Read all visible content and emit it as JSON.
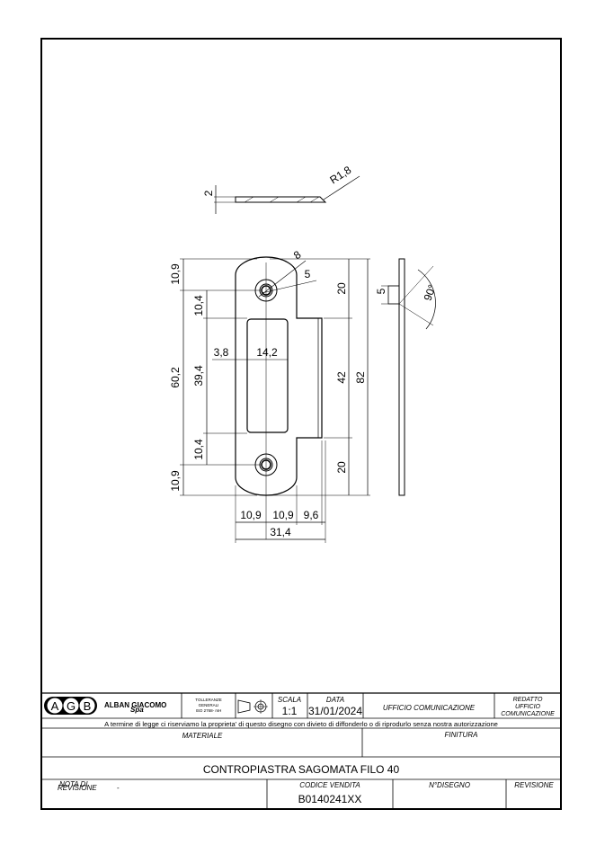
{
  "drawing": {
    "side_view": {
      "thickness": "2",
      "radius": "R1,8"
    },
    "front_view": {
      "dims_left": {
        "top_edge": "10,9",
        "overall": "60,2",
        "upper_gap": "10,4",
        "slot_length": "39,4",
        "lower_gap": "10,4",
        "bottom_edge": "10,9"
      },
      "dims_slot": {
        "left_offset": "3,8",
        "slot_width": "14,2"
      },
      "dims_hole": {
        "counterbore": "8",
        "hole": "5"
      },
      "dims_right": {
        "top": "20",
        "middle": "42",
        "bottom": "20",
        "overall": "82"
      },
      "dims_bottom": {
        "a": "10,9",
        "b": "10,9",
        "c": "9,6",
        "total": "31,4"
      }
    },
    "edge_view": {
      "lip": "5",
      "angle": "90°"
    }
  },
  "title_block": {
    "company": {
      "logo_letters": [
        "A",
        "G",
        "B"
      ],
      "name": "ALBAN GIACOMO",
      "suffix": "Spa"
    },
    "tolerances": [
      "TOLLERANZE",
      "GENERALI",
      "ISO 2768- mH"
    ],
    "scale_label": "SCALA",
    "scale_value": "1:1",
    "date_label": "DATA",
    "date_value": "31/01/2024",
    "office": "UFFICIO COMUNICAZIONE",
    "drafted_by": [
      "REDATTO",
      "UFFICIO",
      "COMUNICAZIONE"
    ],
    "legal_notice": "A termine di legge ci riserviamo la proprieta' di questo disegno con divieto di diffonderlo o di riprodurlo senza nostra autorizzazione",
    "material_label": "MATERIALE",
    "finish_label": "FINITURA",
    "part_title": "CONTROPIASTRA SAGOMATA FILO 40",
    "notes_label": "NOTA DI",
    "revision_left_label": "REVISIONE",
    "revision_left_value": "-",
    "sale_code_label": "CODICE VENDITA",
    "sale_code_value": "B0140241XX",
    "drawing_no_label": "N°DISEGNO",
    "revision_label": "REVISIONE"
  }
}
